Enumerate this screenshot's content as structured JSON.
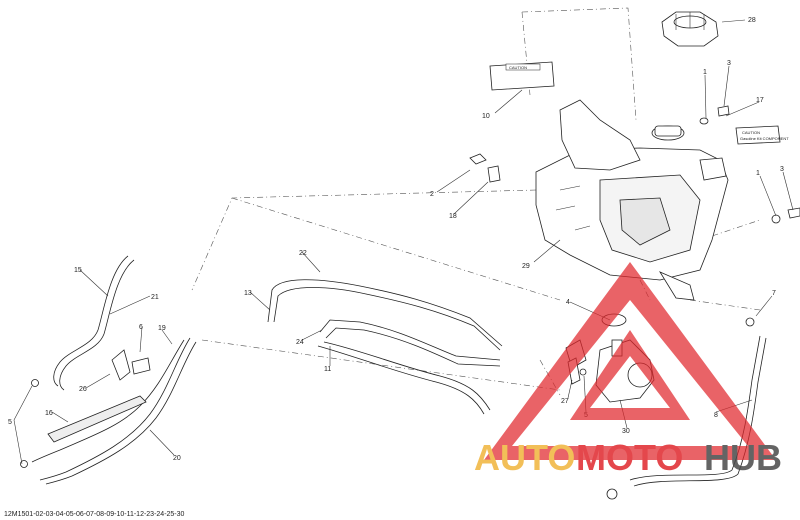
{
  "document_number": "12M1501-02-03-04-05-06-07-08-09-10-11-12-23-24-25-30",
  "watermark": {
    "brand_a": "AUTO",
    "brand_b": "MOTO",
    "brand_c": "HUB",
    "color_a": "#f0b43c",
    "color_c": "#4a4a4a",
    "triangle_color": "#e0282d"
  },
  "decals": {
    "caution_short": "CAUTION",
    "caution_long": "CAUTION",
    "caution_long_sub": "Gasoline Kit COMPONENT"
  },
  "callouts": {
    "n1a": "1",
    "n1b": "1",
    "n2": "2",
    "n3a": "3",
    "n3b": "3",
    "n4": "4",
    "n5a": "5",
    "n5b": "5",
    "n6": "6",
    "n7": "7",
    "n8": "8",
    "n10": "10",
    "n11": "11",
    "n13": "13",
    "n15": "15",
    "n16": "16",
    "n17": "17",
    "n18": "18",
    "n19": "19",
    "n20": "20",
    "n21": "21",
    "n22": "22",
    "n24": "24",
    "n26": "26",
    "n27": "27",
    "n28": "28",
    "n29": "29",
    "n30": "30"
  }
}
